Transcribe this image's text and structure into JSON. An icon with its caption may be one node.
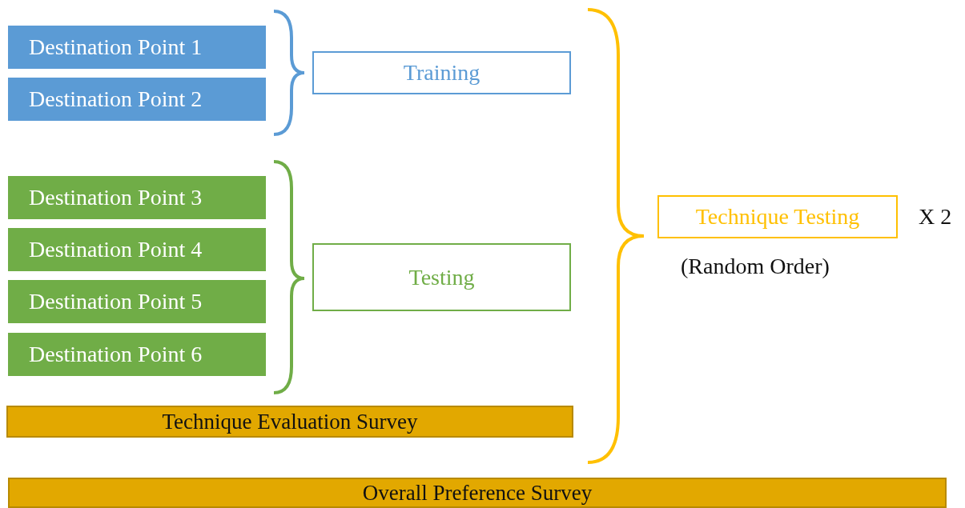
{
  "diagram": {
    "nodes": [
      {
        "text": [
          "Destination Point 1"
        ]
      },
      {
        "text": [
          "Destination Point 2"
        ]
      },
      {
        "text": [
          "Destination Point 3"
        ]
      },
      {
        "text": [
          "Destination Point 4"
        ]
      },
      {
        "text": [
          "Destination Point 5"
        ]
      },
      {
        "text": [
          "Destination Point 6"
        ]
      },
      {
        "text": [
          "Training"
        ]
      },
      {
        "text": [
          "Testing"
        ]
      },
      {
        "text": [
          "Technique Evaluation Survey"
        ]
      },
      {
        "text": [
          "Technique Testing"
        ],
        "beside": [
          "X 2",
          "(Random Order)"
        ]
      },
      {
        "text": [
          "Overall Preference Survey"
        ]
      }
    ]
  }
}
